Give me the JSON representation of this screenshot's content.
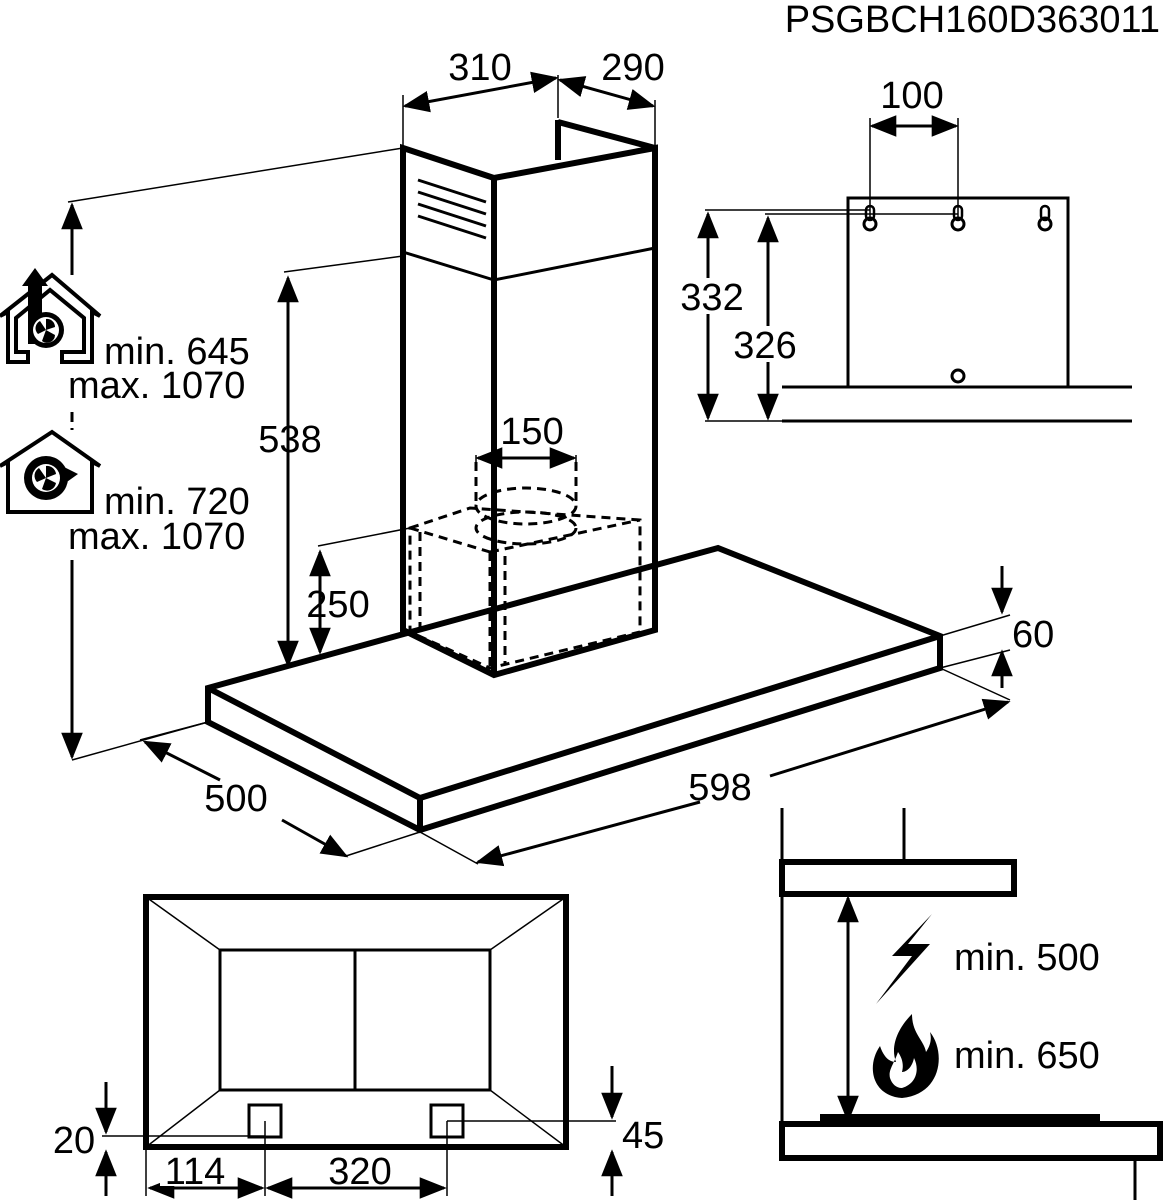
{
  "model_code": "PSGBCH160D363011",
  "hood": {
    "chimney_width": "310",
    "chimney_depth": "290",
    "vent_height": "538",
    "filter_height": "250",
    "outlet_diameter": "150",
    "canopy_height": "60",
    "canopy_depth": "500",
    "canopy_width": "598"
  },
  "installation_modes": [
    {
      "icon": "extraction-mode-icon",
      "min": "min. 645",
      "max": "max. 1070"
    },
    {
      "icon": "recirculation-mode-icon",
      "min": "min. 720",
      "max": "max. 1070"
    }
  ],
  "bracket": {
    "hole_spacing": "100",
    "height_outer": "332",
    "height_inner": "326"
  },
  "bottom_view": {
    "left_offset": "114",
    "hole_spacing": "320",
    "left_margin": "20",
    "right_margin": "45"
  },
  "clearance": {
    "electric_hob": "min. 500",
    "gas_hob": "min. 650",
    "electric_icon": "lightning-icon",
    "gas_icon": "flame-icon"
  }
}
